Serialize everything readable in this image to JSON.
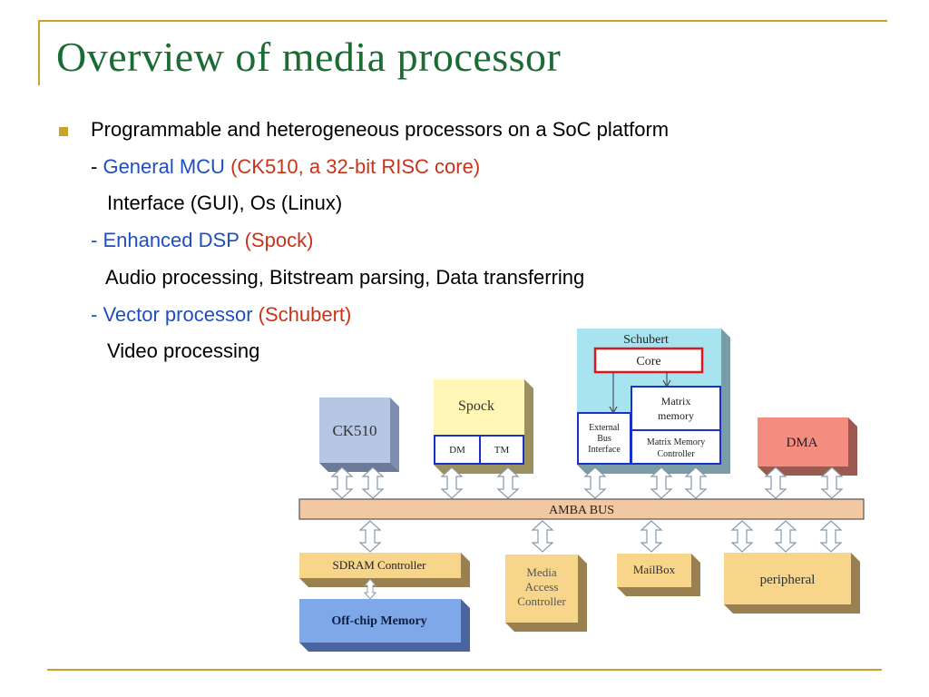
{
  "title": "Overview of media processor",
  "bullets": {
    "main": "Programmable and heterogeneous processors on a SoC platform",
    "mcu_dash": "- ",
    "mcu_name": "General MCU",
    "mcu_detail": "(CK510, a 32-bit RISC core)",
    "mcu_desc": "Interface (GUI), Os (Linux)",
    "dsp_name": "- Enhanced DSP",
    "dsp_detail": "(Spock)",
    "dsp_desc": "Audio processing, Bitstream parsing, Data transferring",
    "vp_name": "- Vector processor",
    "vp_detail": "(Schubert)",
    "vp_desc": "Video processing"
  },
  "diagram": {
    "ck510": "CK510",
    "spock": "Spock",
    "dm": "DM",
    "tm": "TM",
    "schubert": "Schubert",
    "core": "Core",
    "matrix_memory_1": "Matrix",
    "matrix_memory_2": "memory",
    "ext_bus_1": "External",
    "ext_bus_2": "Bus",
    "ext_bus_3": "Interface",
    "mmc_1": "Matrix Memory",
    "mmc_2": "Controller",
    "dma": "DMA",
    "amba_bus": "AMBA BUS",
    "sdram": "SDRAM  Controller",
    "offchip": "Off-chip Memory",
    "mac_1": "Media",
    "mac_2": "Access",
    "mac_3": "Controller",
    "mailbox": "MailBox",
    "peripheral": "peripheral"
  },
  "colors": {
    "title": "#1b6b33",
    "accent": "#c9a227",
    "blue_text": "#1f4fbf",
    "red_text": "#c8341a",
    "ck510_fill": "#b6c6e4",
    "spock_fill": "#fdf6b4",
    "schubert_fill": "#a8e4f0",
    "dma_fill": "#f48c80",
    "bus_fill": "#f2c8a2",
    "peripheral_fill": "#f7d58b",
    "offchip_fill": "#7fa8e8"
  }
}
